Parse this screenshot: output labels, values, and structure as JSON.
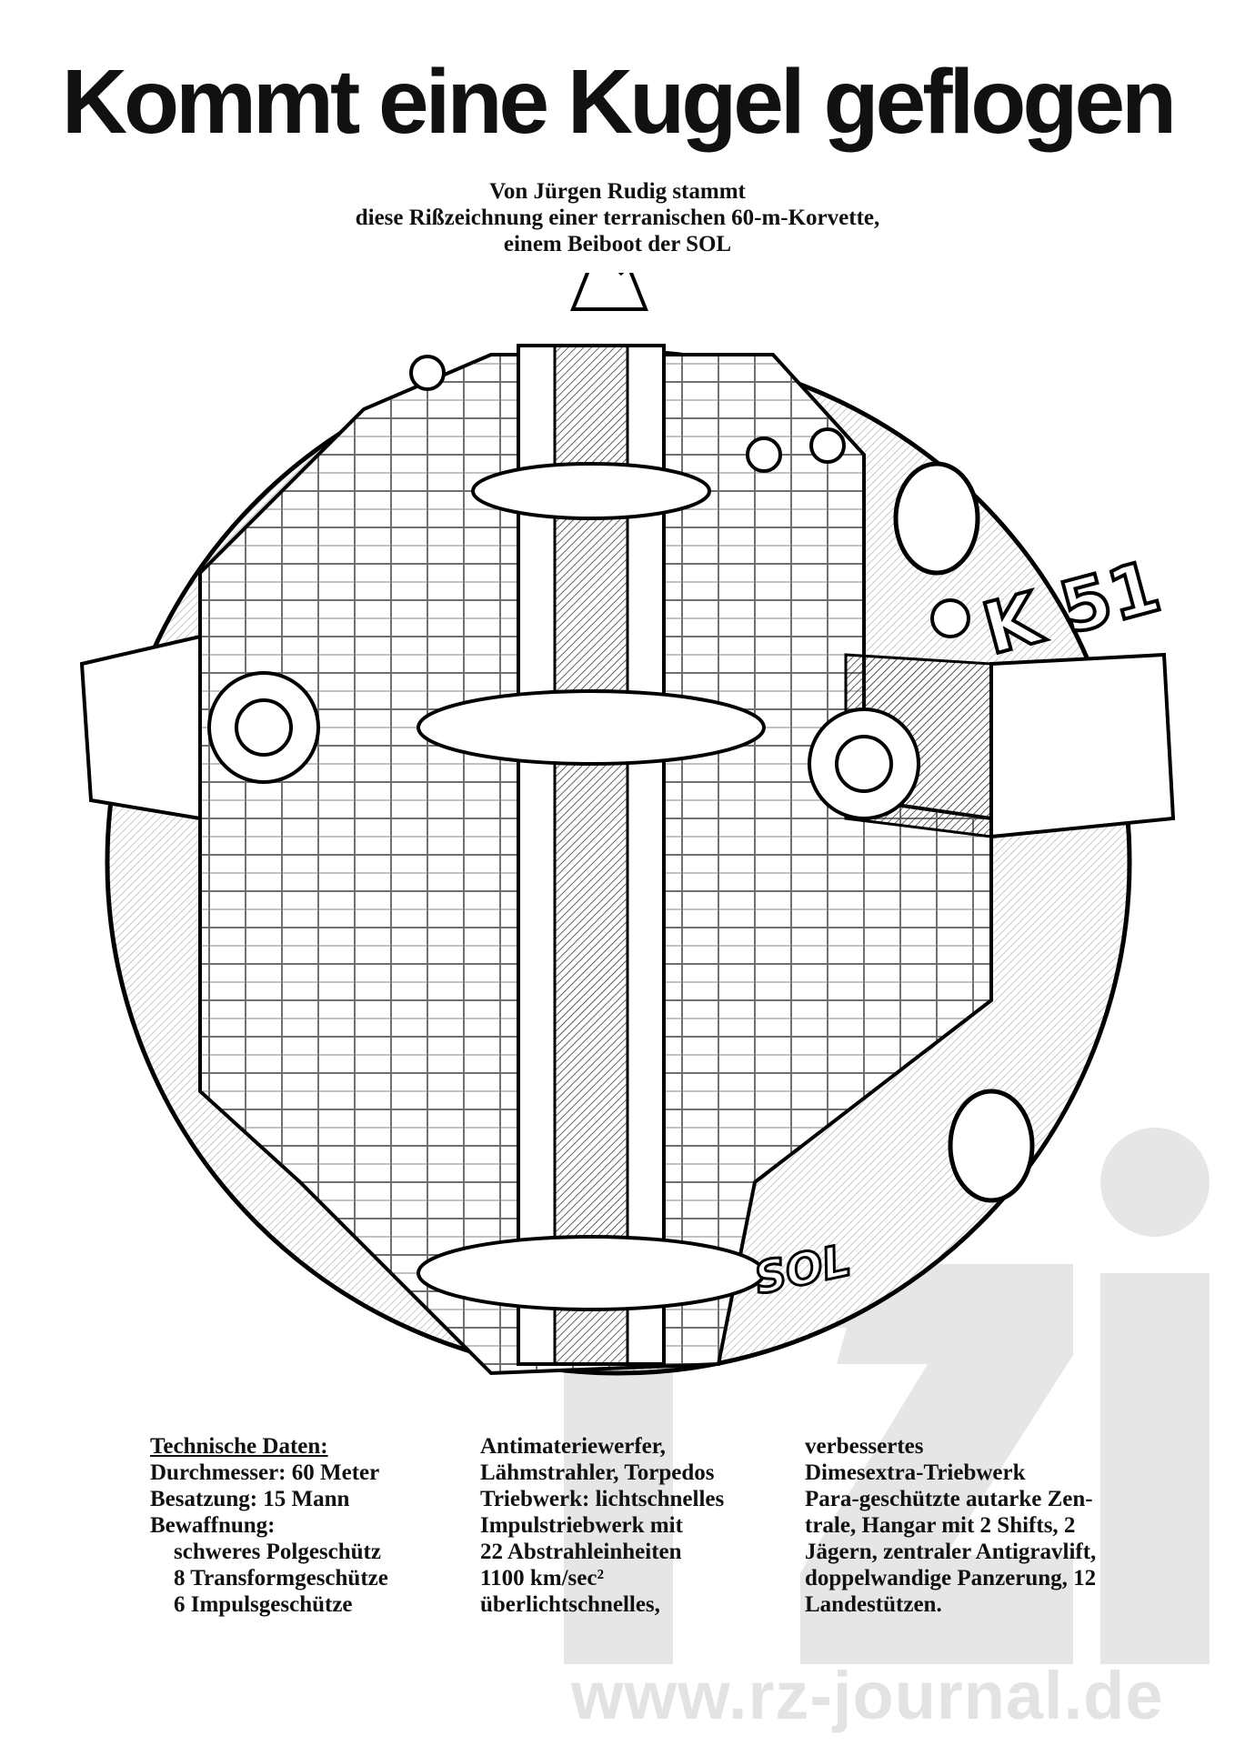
{
  "title": "Kommt eine Kugel geflogen",
  "subtitle": [
    "Von Jürgen Rudig stammt",
    "diese Rißzeichnung einer terranischen 60-m-Korvette,",
    "einem Beiboot der SOL"
  ],
  "illustration": {
    "hull_marking": "K 51",
    "logo_marking": "SOL"
  },
  "tech_data": {
    "heading": "Technische Daten:",
    "column1": [
      "Durchmesser: 60 Meter",
      "Besatzung: 15 Mann",
      "Bewaffnung:",
      "schweres Polgeschütz",
      "8 Transformgeschütze",
      "6 Impulsgeschütze"
    ],
    "column2": [
      "Antimateriewerfer,",
      "Lähmstrahler, Torpedos",
      "Triebwerk: lichtschnelles",
      "Impulstriebwerk mit",
      "22 Abstrahleinheiten",
      "1100 km/sec²",
      "überlichtschnelles,"
    ],
    "column3": [
      "verbessertes",
      "Dimesextra-Triebwerk",
      "Para-geschützte autarke Zen-",
      "trale, Hangar mit 2 Shifts, 2",
      "Jägern, zentraler Antigravlift,",
      "doppelwandige Panzerung, 12",
      "Landestützen."
    ]
  },
  "watermark": {
    "logo": "rzj",
    "url": "www.rz-journal.de"
  }
}
